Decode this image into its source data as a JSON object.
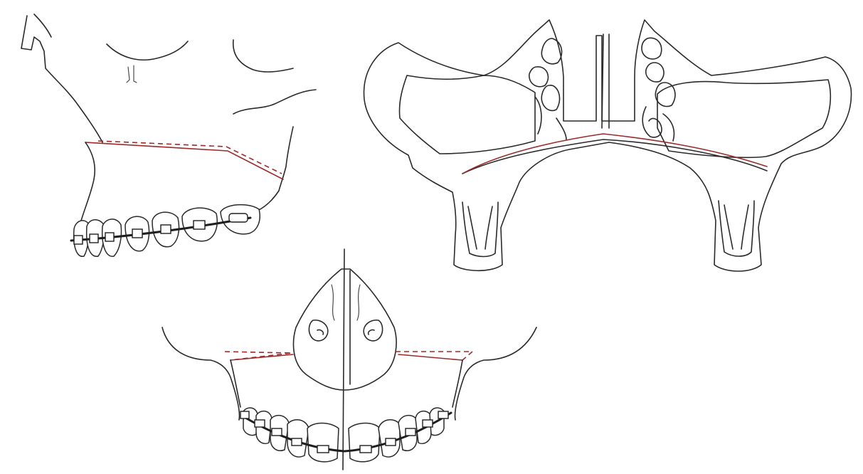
{
  "colors": {
    "background": "#ffffff",
    "line": "#2a2a2a",
    "osteotomy_cut": "#9b2b2b"
  },
  "figure": {
    "panels": [
      {
        "id": "lateral-view",
        "icon": "skull-lateral-with-maxillary-osteotomy-and-orthodontic-brackets"
      },
      {
        "id": "coronal-section",
        "icon": "coronal-section-maxillary-sinuses-and-nasal-cavity"
      },
      {
        "id": "frontal-view",
        "icon": "frontal-maxilla-with-nasal-bones-and-orthodontic-arch-wire"
      }
    ]
  }
}
